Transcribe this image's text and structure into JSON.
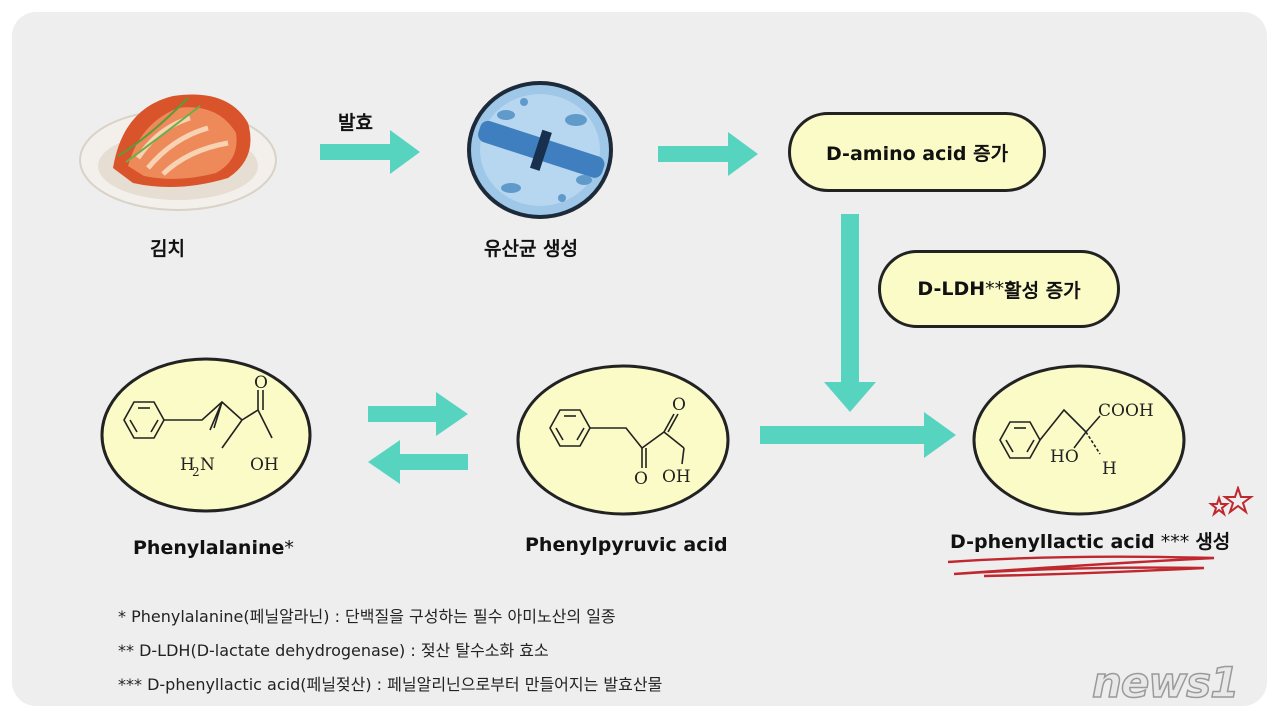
{
  "steps": {
    "kimchi": "김치",
    "ferment": "발효",
    "lab": "유산균 생성",
    "d_amino": "D-amino acid 증가",
    "ldh_main": "D-LDH",
    "ldh_mark": "**",
    "ldh_rest": " 활성 증가"
  },
  "compounds": {
    "phe_name": "Phenylalanine",
    "phe_mark": "*",
    "ppa_name": "Phenylpyruvic  acid",
    "pla_name": "D-phenyllactic acid",
    "pla_mark": " *** ",
    "pla_suffix": "생성"
  },
  "structures": {
    "phe_h2n": "H",
    "phe_h2n_sub": "2",
    "phe_n": "N",
    "o": "O",
    "oh": "OH",
    "cooh": "COOH",
    "ho": "HO",
    "h": "H"
  },
  "footnotes": [
    "* Phenylalanine(페닐알라닌) : 단백질을 구성하는 필수 아미노산의 일종",
    "** D-LDH(D-lactate dehydrogenase) : 젖산 탈수소화 효소",
    "*** D-phenyllactic acid(페닐젖산) : 페닐알리닌으로부터 만들어지는 발효산물"
  ],
  "logo": "news1",
  "colors": {
    "arrow": "#57d4bf",
    "pill_fill": "#fbfbc8",
    "accent_red": "#c0282f"
  }
}
